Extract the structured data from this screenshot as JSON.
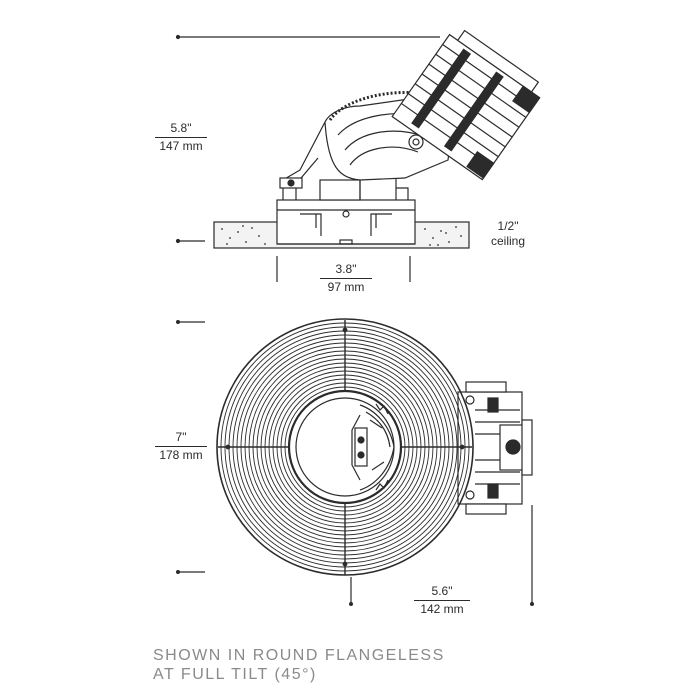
{
  "dimensions": {
    "height": {
      "imperial": "5.8\"",
      "metric": "147 mm"
    },
    "aperture": {
      "imperial": "3.8\"",
      "metric": "97 mm"
    },
    "ceiling": {
      "imperial": "1/2\"",
      "label": "ceiling"
    },
    "flange_diameter": {
      "imperial": "7\"",
      "metric": "178 mm"
    },
    "overall_width": {
      "imperial": "5.6\"",
      "metric": "142 mm"
    }
  },
  "caption": {
    "line1": "SHOWN IN ROUND FLANGELESS",
    "line2": "AT FULL TILT (45°)"
  },
  "colors": {
    "line": "#2b2b2b",
    "ceiling_fill": "#f3f3f3",
    "caption": "#8a8a8a"
  }
}
